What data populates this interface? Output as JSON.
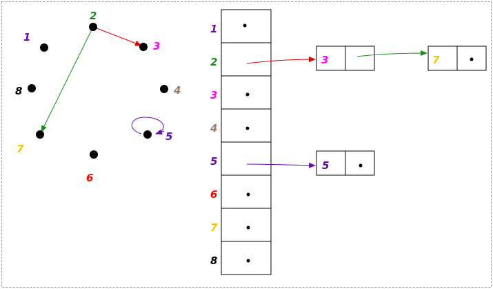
{
  "graph": {
    "vertices": [
      {
        "id": "1",
        "label": "1",
        "color": "#6a0dad"
      },
      {
        "id": "2",
        "label": "2",
        "color": "#1a8a1a"
      },
      {
        "id": "3",
        "label": "3",
        "color": "#ff00ff"
      },
      {
        "id": "4",
        "label": "4",
        "color": "#9b7770"
      },
      {
        "id": "5",
        "label": "5",
        "color": "#5a0fa0"
      },
      {
        "id": "6",
        "label": "6",
        "color": "#ff0000"
      },
      {
        "id": "7",
        "label": "7",
        "color": "#f0c800"
      },
      {
        "id": "8",
        "label": "8",
        "color": "#000000"
      }
    ],
    "edges": [
      {
        "from": "2",
        "to": "3",
        "color": "#e00000"
      },
      {
        "from": "2",
        "to": "7",
        "color": "#1a8a1a"
      },
      {
        "from": "5",
        "to": "5",
        "color": "#6a0dad"
      }
    ]
  },
  "adjacency_list": {
    "rows": [
      {
        "label": "1",
        "color": "#6a0dad",
        "nodes": []
      },
      {
        "label": "2",
        "color": "#1a8a1a",
        "nodes": [
          {
            "value": "3",
            "color": "#ff00ff"
          },
          {
            "value": "7",
            "color": "#f0c800"
          }
        ],
        "arrow_colors": [
          "#e00000",
          "#1a8a1a"
        ]
      },
      {
        "label": "3",
        "color": "#ff00ff",
        "nodes": []
      },
      {
        "label": "4",
        "color": "#9b7770",
        "nodes": []
      },
      {
        "label": "5",
        "color": "#5a0fa0",
        "nodes": [
          {
            "value": "5",
            "color": "#5a0fa0"
          }
        ],
        "arrow_colors": [
          "#6a0dad"
        ]
      },
      {
        "label": "6",
        "color": "#ff0000",
        "nodes": []
      },
      {
        "label": "7",
        "color": "#f0c800",
        "nodes": []
      },
      {
        "label": "8",
        "color": "#000000",
        "nodes": []
      }
    ]
  }
}
